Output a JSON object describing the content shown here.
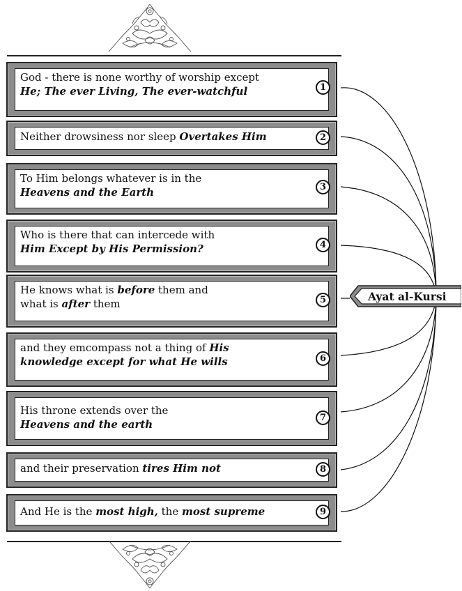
{
  "center": {
    "label": "Ayat al-Kursi"
  },
  "items": [
    {
      "num": "1",
      "line1_a": "God - there is none worthy of worship except",
      "line1_b": "",
      "line1_c": "",
      "line2_a": "",
      "line2_b": "He; The ever Living, The ever-watchful",
      "line2_c": ""
    },
    {
      "num": "2",
      "line1_a": "Neither drowsiness nor sleep ",
      "line1_b": "Overtakes Him",
      "line1_c": ""
    },
    {
      "num": "3",
      "line1_a": "To Him belongs whatever is in the",
      "line1_b": "",
      "line1_c": "",
      "line2_a": "",
      "line2_b": "Heavens and the Earth",
      "line2_c": ""
    },
    {
      "num": "4",
      "line1_a": "Who is there that can intercede with",
      "line1_b": "",
      "line1_c": "",
      "line2_a": "",
      "line2_b": "Him Except by His Permission?",
      "line2_c": ""
    },
    {
      "num": "5",
      "line1_a": "He knows what is ",
      "line1_b": "before",
      "line1_c": " them and",
      "line2_a": "what is ",
      "line2_b": "after",
      "line2_c": " them"
    },
    {
      "num": "6",
      "line1_a": "and they emcompass not a thing of ",
      "line1_b": "His",
      "line1_c": "",
      "line2_a": "",
      "line2_b": "knowledge except for what He wills",
      "line2_c": ""
    },
    {
      "num": "7",
      "line1_a": "His throne extends over the",
      "line1_b": "",
      "line1_c": "",
      "line2_a": "",
      "line2_b": "Heavens and the earth",
      "line2_c": ""
    },
    {
      "num": "8",
      "line1_a": "and their preservation ",
      "line1_b": "tires Him not",
      "line1_c": ""
    },
    {
      "num": "9",
      "line1_a": "And He is the ",
      "line1_b": "most high,",
      "line1_c": " the ",
      "line1_d": "most supreme"
    }
  ]
}
